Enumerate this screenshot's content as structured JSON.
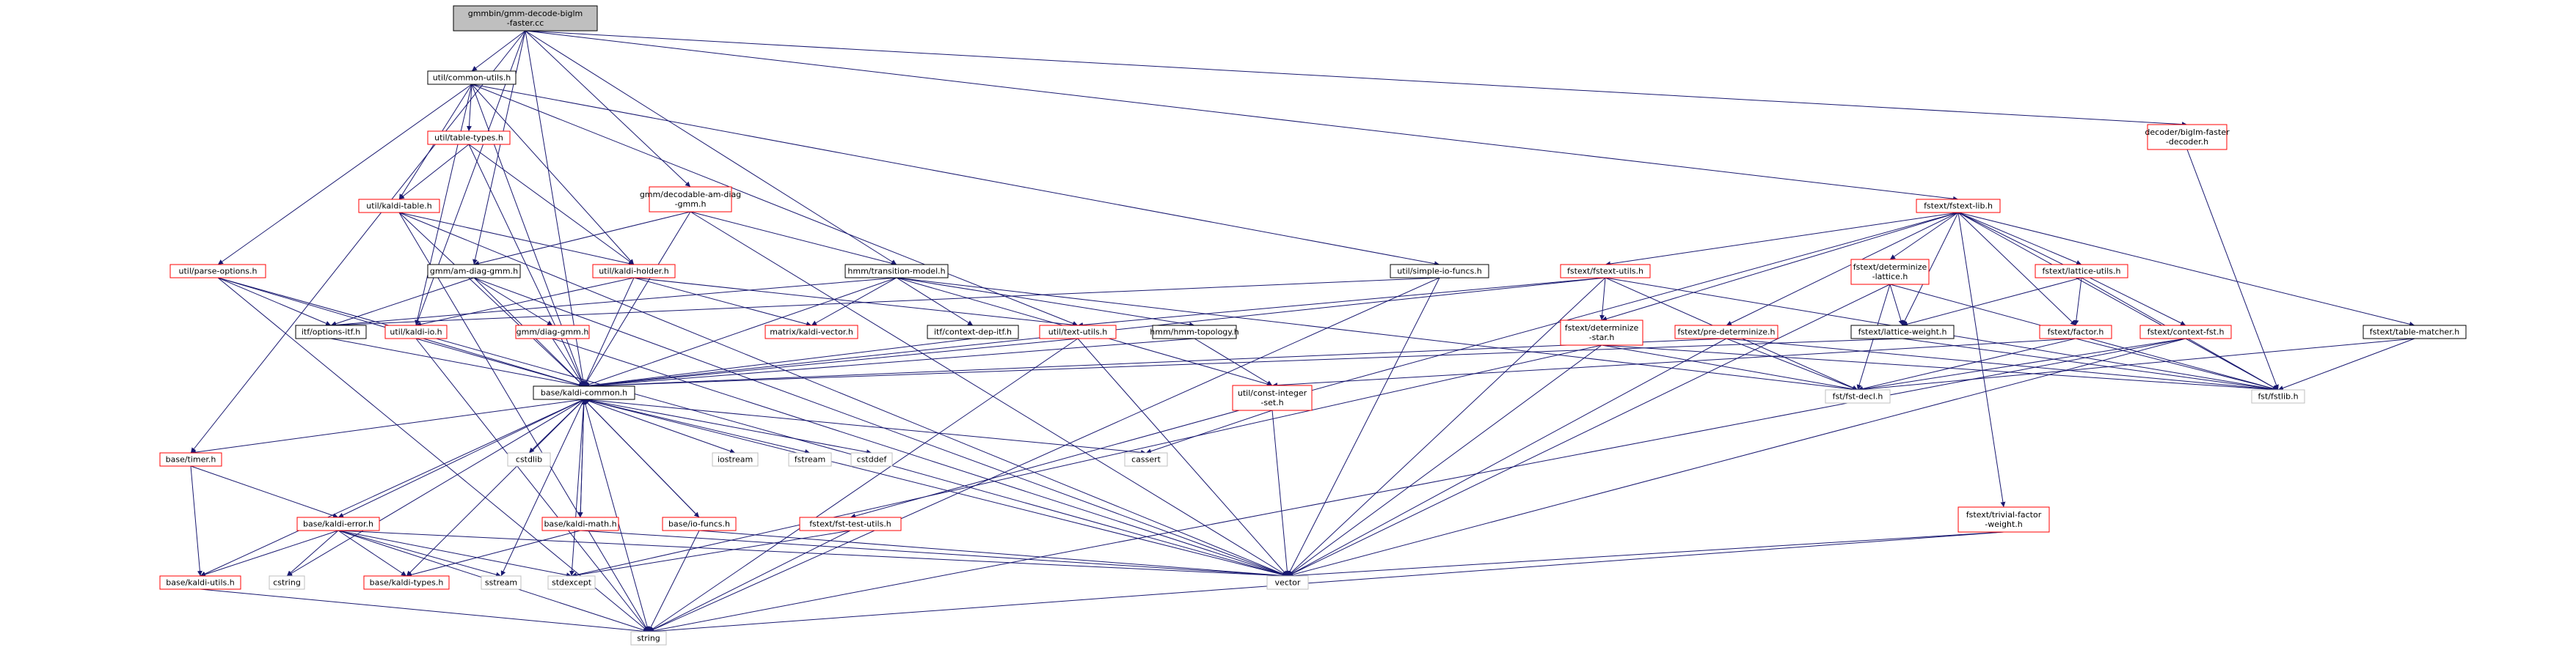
{
  "colors": {
    "edge": "#191970",
    "node_border_default": "#bfbfbf",
    "node_border_documented": "#ff0000",
    "node_border_plain": "#000000",
    "root_fill": "#bfbfbf",
    "node_fill": "#ffffff"
  },
  "nodes": [
    {
      "id": "root",
      "lines": [
        "gmmbin/gmm-decode-biglm",
        "-faster.cc"
      ],
      "style": "root"
    },
    {
      "id": "common_utils",
      "lines": [
        "util/common-utils.h"
      ],
      "style": "plain"
    },
    {
      "id": "biglm_decoder",
      "lines": [
        "decoder/biglm-faster",
        "-decoder.h"
      ],
      "style": "red"
    },
    {
      "id": "fstext_lib",
      "lines": [
        "fstext/fstext-lib.h"
      ],
      "style": "red"
    },
    {
      "id": "table_types",
      "lines": [
        "util/table-types.h"
      ],
      "style": "red"
    },
    {
      "id": "kaldi_table",
      "lines": [
        "util/kaldi-table.h"
      ],
      "style": "red"
    },
    {
      "id": "decodable_am_diag",
      "lines": [
        "gmm/decodable-am-diag",
        "-gmm.h"
      ],
      "style": "red"
    },
    {
      "id": "am_diag_gmm",
      "lines": [
        "gmm/am-diag-gmm.h"
      ],
      "style": "plain"
    },
    {
      "id": "parse_options",
      "lines": [
        "util/parse-options.h"
      ],
      "style": "red"
    },
    {
      "id": "kaldi_holder",
      "lines": [
        "util/kaldi-holder.h"
      ],
      "style": "red"
    },
    {
      "id": "transition_model",
      "lines": [
        "hmm/transition-model.h"
      ],
      "style": "plain"
    },
    {
      "id": "simple_io_funcs",
      "lines": [
        "util/simple-io-funcs.h"
      ],
      "style": "plain"
    },
    {
      "id": "fstext_utils",
      "lines": [
        "fstext/fstext-utils.h"
      ],
      "style": "red"
    },
    {
      "id": "determinize_lattice",
      "lines": [
        "fstext/determinize",
        "-lattice.h"
      ],
      "style": "red"
    },
    {
      "id": "lattice_utils",
      "lines": [
        "fstext/lattice-utils.h"
      ],
      "style": "red"
    },
    {
      "id": "options_itf",
      "lines": [
        "itf/options-itf.h"
      ],
      "style": "plain"
    },
    {
      "id": "kaldi_io",
      "lines": [
        "util/kaldi-io.h"
      ],
      "style": "red"
    },
    {
      "id": "diag_gmm",
      "lines": [
        "gmm/diag-gmm.h"
      ],
      "style": "red"
    },
    {
      "id": "kaldi_vector",
      "lines": [
        "matrix/kaldi-vector.h"
      ],
      "style": "red"
    },
    {
      "id": "context_dep_itf",
      "lines": [
        "itf/context-dep-itf.h"
      ],
      "style": "plain"
    },
    {
      "id": "text_utils",
      "lines": [
        "util/text-utils.h"
      ],
      "style": "red"
    },
    {
      "id": "hmm_topology",
      "lines": [
        "hmm/hmm-topology.h"
      ],
      "style": "plain"
    },
    {
      "id": "determinize_star",
      "lines": [
        "fstext/determinize",
        "-star.h"
      ],
      "style": "red"
    },
    {
      "id": "pre_determinize",
      "lines": [
        "fstext/pre-determinize.h"
      ],
      "style": "red"
    },
    {
      "id": "lattice_weight",
      "lines": [
        "fstext/lattice-weight.h"
      ],
      "style": "plain"
    },
    {
      "id": "factor",
      "lines": [
        "fstext/factor.h"
      ],
      "style": "red"
    },
    {
      "id": "context_fst",
      "lines": [
        "fstext/context-fst.h"
      ],
      "style": "red"
    },
    {
      "id": "table_matcher",
      "lines": [
        "fstext/table-matcher.h"
      ],
      "style": "plain"
    },
    {
      "id": "kaldi_common",
      "lines": [
        "base/kaldi-common.h"
      ],
      "style": "plain"
    },
    {
      "id": "const_integer_set",
      "lines": [
        "util/const-integer",
        "-set.h"
      ],
      "style": "red"
    },
    {
      "id": "fst_decl",
      "lines": [
        "fst/fst-decl.h"
      ],
      "style": "default"
    },
    {
      "id": "fstlib",
      "lines": [
        "fst/fstlib.h"
      ],
      "style": "default"
    },
    {
      "id": "timer",
      "lines": [
        "base/timer.h"
      ],
      "style": "red"
    },
    {
      "id": "cstdlib",
      "lines": [
        "cstdlib"
      ],
      "style": "default"
    },
    {
      "id": "iostream",
      "lines": [
        "iostream"
      ],
      "style": "default"
    },
    {
      "id": "fstream",
      "lines": [
        "fstream"
      ],
      "style": "default"
    },
    {
      "id": "cstddef",
      "lines": [
        "cstddef"
      ],
      "style": "default"
    },
    {
      "id": "cassert",
      "lines": [
        "cassert"
      ],
      "style": "default"
    },
    {
      "id": "kaldi_error",
      "lines": [
        "base/kaldi-error.h"
      ],
      "style": "red"
    },
    {
      "id": "kaldi_math",
      "lines": [
        "base/kaldi-math.h"
      ],
      "style": "red"
    },
    {
      "id": "io_funcs",
      "lines": [
        "base/io-funcs.h"
      ],
      "style": "red"
    },
    {
      "id": "fst_test_utils",
      "lines": [
        "fstext/fst-test-utils.h"
      ],
      "style": "red"
    },
    {
      "id": "trivial_factor_weight",
      "lines": [
        "fstext/trivial-factor",
        "-weight.h"
      ],
      "style": "red"
    },
    {
      "id": "kaldi_utils",
      "lines": [
        "base/kaldi-utils.h"
      ],
      "style": "red"
    },
    {
      "id": "cstring",
      "lines": [
        "cstring"
      ],
      "style": "default"
    },
    {
      "id": "kaldi_types",
      "lines": [
        "base/kaldi-types.h"
      ],
      "style": "red"
    },
    {
      "id": "sstream",
      "lines": [
        "sstream"
      ],
      "style": "default"
    },
    {
      "id": "stdexcept",
      "lines": [
        "stdexcept"
      ],
      "style": "default"
    },
    {
      "id": "vector",
      "lines": [
        "vector"
      ],
      "style": "default"
    },
    {
      "id": "string",
      "lines": [
        "string"
      ],
      "style": "default"
    }
  ],
  "edges": [
    [
      "root",
      "common_utils"
    ],
    [
      "root",
      "biglm_decoder"
    ],
    [
      "root",
      "fstext_lib"
    ],
    [
      "root",
      "decodable_am_diag"
    ],
    [
      "root",
      "transition_model"
    ],
    [
      "root",
      "kaldi_io"
    ],
    [
      "root",
      "am_diag_gmm"
    ],
    [
      "root",
      "timer"
    ],
    [
      "root",
      "kaldi_common"
    ],
    [
      "common_utils",
      "table_types"
    ],
    [
      "common_utils",
      "kaldi_table"
    ],
    [
      "common_utils",
      "parse_options"
    ],
    [
      "common_utils",
      "kaldi_holder"
    ],
    [
      "common_utils",
      "simple_io_funcs"
    ],
    [
      "common_utils",
      "kaldi_io"
    ],
    [
      "common_utils",
      "text_utils"
    ],
    [
      "common_utils",
      "kaldi_common"
    ],
    [
      "biglm_decoder",
      "fstlib"
    ],
    [
      "fstext_lib",
      "fstext_utils"
    ],
    [
      "fstext_lib",
      "determinize_lattice"
    ],
    [
      "fstext_lib",
      "lattice_utils"
    ],
    [
      "fstext_lib",
      "determinize_star"
    ],
    [
      "fstext_lib",
      "pre_determinize"
    ],
    [
      "fstext_lib",
      "lattice_weight"
    ],
    [
      "fstext_lib",
      "factor"
    ],
    [
      "fstext_lib",
      "context_fst"
    ],
    [
      "fstext_lib",
      "table_matcher"
    ],
    [
      "fstext_lib",
      "fst_test_utils"
    ],
    [
      "fstext_lib",
      "trivial_factor_weight"
    ],
    [
      "fstext_lib",
      "fstlib"
    ],
    [
      "table_types",
      "kaldi_table"
    ],
    [
      "table_types",
      "kaldi_holder"
    ],
    [
      "table_types",
      "kaldi_common"
    ],
    [
      "kaldi_table",
      "kaldi_holder"
    ],
    [
      "kaldi_table",
      "kaldi_common"
    ],
    [
      "kaldi_table",
      "string"
    ],
    [
      "kaldi_table",
      "vector"
    ],
    [
      "decodable_am_diag",
      "am_diag_gmm"
    ],
    [
      "decodable_am_diag",
      "transition_model"
    ],
    [
      "decodable_am_diag",
      "kaldi_common"
    ],
    [
      "decodable_am_diag",
      "vector"
    ],
    [
      "am_diag_gmm",
      "options_itf"
    ],
    [
      "am_diag_gmm",
      "diag_gmm"
    ],
    [
      "am_diag_gmm",
      "kaldi_common"
    ],
    [
      "am_diag_gmm",
      "vector"
    ],
    [
      "parse_options",
      "options_itf"
    ],
    [
      "parse_options",
      "kaldi_common"
    ],
    [
      "parse_options",
      "string"
    ],
    [
      "parse_options",
      "vector"
    ],
    [
      "kaldi_holder",
      "kaldi_io"
    ],
    [
      "kaldi_holder",
      "text_utils"
    ],
    [
      "kaldi_holder",
      "kaldi_vector"
    ],
    [
      "kaldi_holder",
      "kaldi_common"
    ],
    [
      "transition_model",
      "hmm_topology"
    ],
    [
      "transition_model",
      "kaldi_vector"
    ],
    [
      "transition_model",
      "context_dep_itf"
    ],
    [
      "transition_model",
      "options_itf"
    ],
    [
      "transition_model",
      "const_integer_set"
    ],
    [
      "transition_model",
      "kaldi_common"
    ],
    [
      "transition_model",
      "fst_decl"
    ],
    [
      "simple_io_funcs",
      "vector"
    ],
    [
      "simple_io_funcs",
      "string"
    ],
    [
      "simple_io_funcs",
      "options_itf"
    ],
    [
      "fstext_utils",
      "text_utils"
    ],
    [
      "fstext_utils",
      "determinize_star"
    ],
    [
      "fstext_utils",
      "fst_decl"
    ],
    [
      "fstext_utils",
      "fstlib"
    ],
    [
      "fstext_utils",
      "kaldi_common"
    ],
    [
      "fstext_utils",
      "vector"
    ],
    [
      "determinize_lattice",
      "lattice_weight"
    ],
    [
      "determinize_lattice",
      "fst_decl"
    ],
    [
      "determinize_lattice",
      "fstlib"
    ],
    [
      "determinize_lattice",
      "vector"
    ],
    [
      "lattice_utils",
      "lattice_weight"
    ],
    [
      "lattice_utils",
      "factor"
    ],
    [
      "lattice_utils",
      "fstlib"
    ],
    [
      "options_itf",
      "kaldi_common"
    ],
    [
      "kaldi_io",
      "kaldi_common"
    ],
    [
      "kaldi_io",
      "string"
    ],
    [
      "diag_gmm",
      "kaldi_common"
    ],
    [
      "diag_gmm",
      "vector"
    ],
    [
      "context_dep_itf",
      "kaldi_common"
    ],
    [
      "text_utils",
      "kaldi_common"
    ],
    [
      "text_utils",
      "string"
    ],
    [
      "text_utils",
      "vector"
    ],
    [
      "hmm_topology",
      "const_integer_set"
    ],
    [
      "hmm_topology",
      "kaldi_common"
    ],
    [
      "determinize_star",
      "fst_decl"
    ],
    [
      "determinize_star",
      "stdexcept"
    ],
    [
      "determinize_star",
      "vector"
    ],
    [
      "determinize_star",
      "fstlib"
    ],
    [
      "pre_determinize",
      "fst_decl"
    ],
    [
      "pre_determinize",
      "fstlib"
    ],
    [
      "pre_determinize",
      "kaldi_common"
    ],
    [
      "pre_determinize",
      "vector"
    ],
    [
      "lattice_weight",
      "kaldi_common"
    ],
    [
      "lattice_weight",
      "fstlib"
    ],
    [
      "factor",
      "fst_decl"
    ],
    [
      "factor",
      "fstlib"
    ],
    [
      "factor",
      "const_integer_set"
    ],
    [
      "context_fst",
      "fst_decl"
    ],
    [
      "context_fst",
      "fstlib"
    ],
    [
      "context_fst",
      "vector"
    ],
    [
      "context_fst",
      "string"
    ],
    [
      "table_matcher",
      "fstlib"
    ],
    [
      "table_matcher",
      "fst_decl"
    ],
    [
      "const_integer_set",
      "vector"
    ],
    [
      "const_integer_set",
      "cassert"
    ],
    [
      "kaldi_common",
      "timer"
    ],
    [
      "kaldi_common",
      "cstdlib"
    ],
    [
      "kaldi_common",
      "iostream"
    ],
    [
      "kaldi_common",
      "fstream"
    ],
    [
      "kaldi_common",
      "cstddef"
    ],
    [
      "kaldi_common",
      "cassert"
    ],
    [
      "kaldi_common",
      "kaldi_error"
    ],
    [
      "kaldi_common",
      "kaldi_math"
    ],
    [
      "kaldi_common",
      "io_funcs"
    ],
    [
      "kaldi_common",
      "kaldi_utils"
    ],
    [
      "kaldi_common",
      "cstring"
    ],
    [
      "kaldi_common",
      "kaldi_types"
    ],
    [
      "kaldi_common",
      "sstream"
    ],
    [
      "kaldi_common",
      "stdexcept"
    ],
    [
      "kaldi_common",
      "vector"
    ],
    [
      "kaldi_common",
      "string"
    ],
    [
      "timer",
      "kaldi_error"
    ],
    [
      "timer",
      "kaldi_utils"
    ],
    [
      "kaldi_error",
      "kaldi_types"
    ],
    [
      "kaldi_error",
      "kaldi_utils"
    ],
    [
      "kaldi_error",
      "cstring"
    ],
    [
      "kaldi_error",
      "sstream"
    ],
    [
      "kaldi_error",
      "stdexcept"
    ],
    [
      "kaldi_error",
      "vector"
    ],
    [
      "kaldi_error",
      "string"
    ],
    [
      "kaldi_math",
      "kaldi_common"
    ],
    [
      "kaldi_math",
      "kaldi_types"
    ],
    [
      "kaldi_math",
      "vector"
    ],
    [
      "io_funcs",
      "kaldi_common"
    ],
    [
      "io_funcs",
      "string"
    ],
    [
      "io_funcs",
      "vector"
    ],
    [
      "fst_test_utils",
      "string"
    ],
    [
      "fst_test_utils",
      "stdexcept"
    ],
    [
      "trivial_factor_weight",
      "vector"
    ],
    [
      "trivial_factor_weight",
      "string"
    ],
    [
      "kaldi_utils",
      "string"
    ]
  ]
}
